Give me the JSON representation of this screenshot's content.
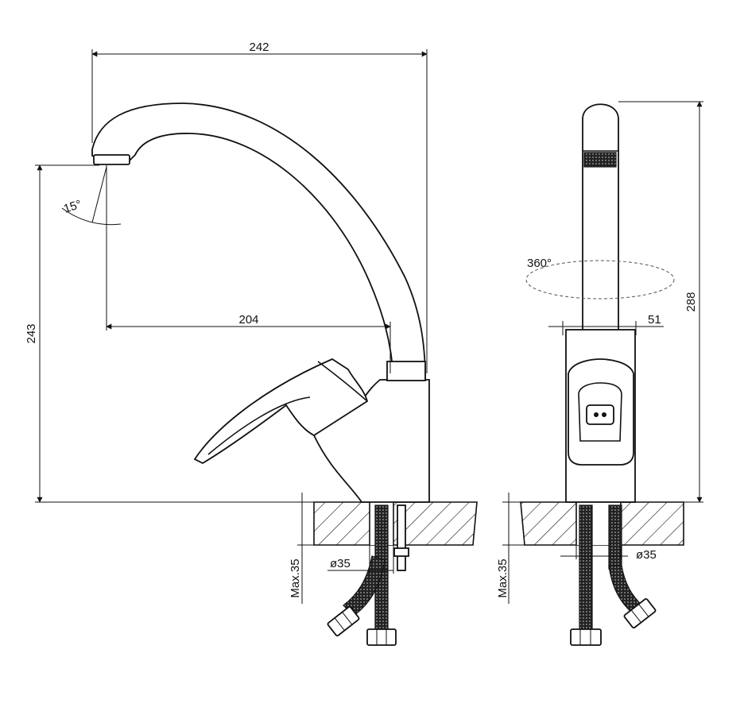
{
  "dimensions": {
    "width_total": "242",
    "spout_reach": "204",
    "spout_height": "243",
    "total_height": "288",
    "base_width": "51",
    "hole_diameter_left": "ø35",
    "hole_diameter_right": "ø35",
    "counter_max_left": "Max.35",
    "counter_max_right": "Max.35",
    "aerator_angle": "15°",
    "rotation_angle": "360°"
  }
}
